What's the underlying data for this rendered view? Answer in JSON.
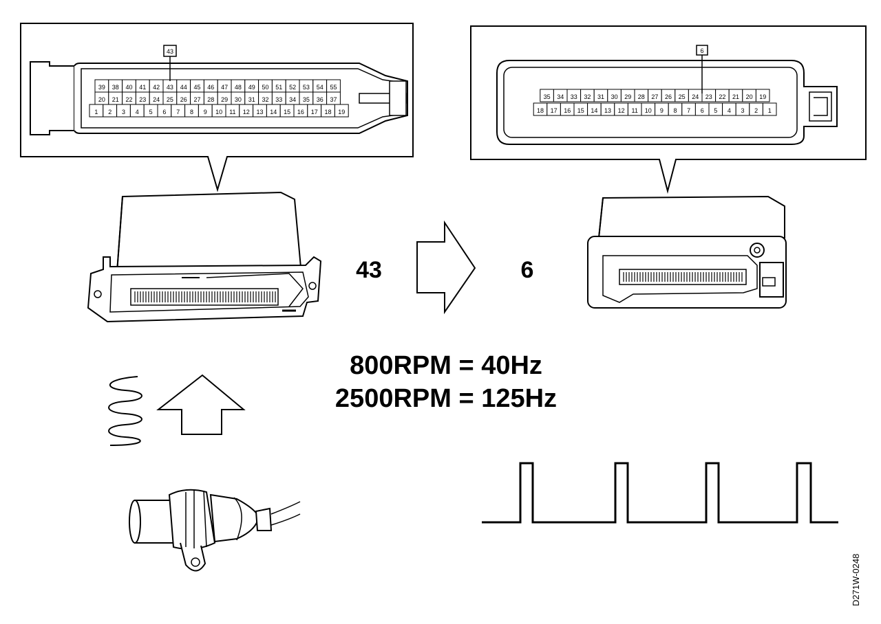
{
  "left_connector": {
    "highlight_label": "43",
    "rows": [
      [
        "39",
        "38",
        "40",
        "41",
        "42",
        "43",
        "44",
        "45",
        "46",
        "47",
        "48",
        "49",
        "50",
        "51",
        "52",
        "53",
        "54",
        "55"
      ],
      [
        "20",
        "21",
        "22",
        "23",
        "24",
        "25",
        "26",
        "27",
        "28",
        "29",
        "30",
        "31",
        "32",
        "33",
        "34",
        "35",
        "36",
        "37"
      ],
      [
        "1",
        "2",
        "3",
        "4",
        "5",
        "6",
        "7",
        "8",
        "9",
        "10",
        "11",
        "12",
        "13",
        "14",
        "15",
        "16",
        "17",
        "18",
        "19"
      ]
    ]
  },
  "right_connector": {
    "highlight_label": "6",
    "rows": [
      [
        "35",
        "34",
        "33",
        "32",
        "31",
        "30",
        "29",
        "28",
        "27",
        "26",
        "25",
        "24",
        "23",
        "22",
        "21",
        "20",
        "19"
      ],
      [
        "18",
        "17",
        "16",
        "15",
        "14",
        "13",
        "12",
        "11",
        "10",
        "9",
        "8",
        "7",
        "6",
        "5",
        "4",
        "3",
        "2",
        "1"
      ]
    ]
  },
  "pin_from": "43",
  "pin_to": "6",
  "rpm_lines": [
    "800RPM = 40Hz",
    "2500RPM = 125Hz"
  ],
  "figure_id": "D271W-0248"
}
